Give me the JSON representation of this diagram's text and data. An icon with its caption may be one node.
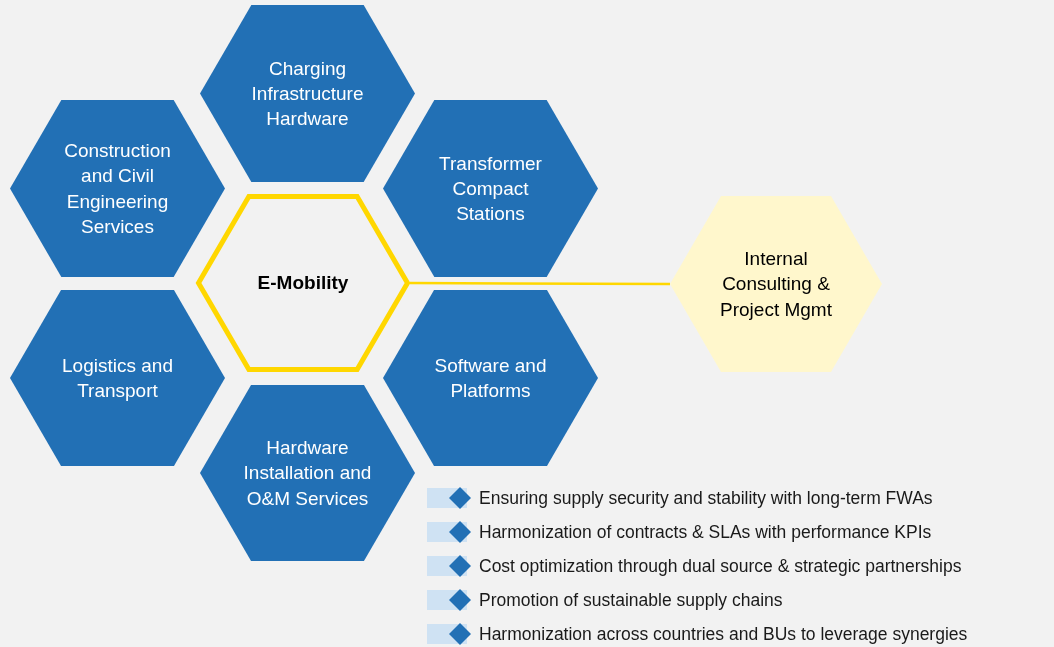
{
  "diagram": {
    "nodes": [
      {
        "text": [
          "Charging Infrastructure Hardware"
        ]
      },
      {
        "text": [
          "Construction and Civil Engineering Services"
        ]
      },
      {
        "text": [
          "Transformer Compact Stations"
        ]
      },
      {
        "text": [
          "E-Mobility"
        ]
      },
      {
        "text": [
          "Logistics and Transport"
        ]
      },
      {
        "text": [
          "Software and Platforms"
        ]
      },
      {
        "text": [
          "Hardware Installation and O&M Services"
        ]
      },
      {
        "text": [
          "Internal Consulting & Project Mgmt"
        ]
      }
    ],
    "edges": [
      {
        "from": 3,
        "to": 7,
        "arrow": "none"
      }
    ],
    "labels": [
      "Ensuring supply security and stability with long-term FWAs",
      "Harmonization of contracts & SLAs with performance KPIs",
      "Cost optimization through dual source & strategic partnerships",
      "Promotion of sustainable supply chains",
      "Harmonization across countries and BUs to leverage synergies"
    ]
  }
}
